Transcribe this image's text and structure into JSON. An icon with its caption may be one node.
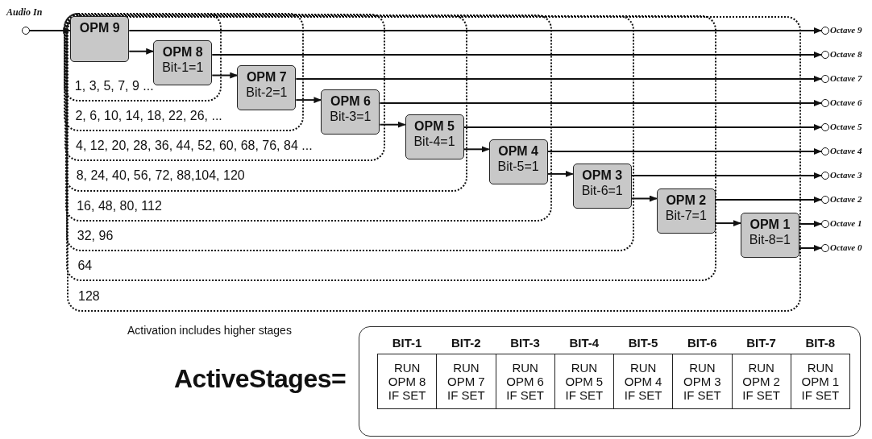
{
  "diagram": {
    "nodes": [
      {
        "text": [
          "Audio In"
        ]
      },
      {
        "text": [
          "128"
        ]
      },
      {
        "text": [
          "64"
        ],
        "in": 1
      },
      {
        "text": [
          "32, 96"
        ],
        "in": 2
      },
      {
        "text": [
          "16, 48, 80, 112"
        ],
        "in": 3
      },
      {
        "text": [
          "8, 24, 40, 56, 72, 88,104, 120"
        ],
        "in": 4
      },
      {
        "text": [
          "4, 12, 20, 28, 36, 44, 52, 60, 68, 76, 84 ..."
        ],
        "in": 5
      },
      {
        "text": [
          "2, 6, 10, 14, 18, 22, 26, ..."
        ],
        "in": 6
      },
      {
        "text": [
          "1, 3, 5, 7, 9 ..."
        ],
        "in": 7
      },
      {
        "text": [
          "OPM 9"
        ],
        "in": 8
      },
      {
        "text": [
          "OPM 8",
          "Bit-1=1"
        ],
        "in": 8
      },
      {
        "text": [
          "OPM 7",
          "Bit-2=1"
        ],
        "in": 7
      },
      {
        "text": [
          "OPM 6",
          "Bit-3=1"
        ],
        "in": 6
      },
      {
        "text": [
          "OPM 5",
          "Bit-4=1"
        ],
        "in": 5
      },
      {
        "text": [
          "OPM 4",
          "Bit-5=1"
        ],
        "in": 4
      },
      {
        "text": [
          "OPM 3",
          "Bit-6=1"
        ],
        "in": 3
      },
      {
        "text": [
          "OPM 2",
          "Bit-7=1"
        ],
        "in": 2
      },
      {
        "text": [
          "OPM 1",
          "Bit-8=1"
        ],
        "in": 1
      },
      {
        "text": [
          "Octave 9"
        ]
      },
      {
        "text": [
          "Octave 8"
        ]
      },
      {
        "text": [
          "Octave 7"
        ]
      },
      {
        "text": [
          "Octave 6"
        ]
      },
      {
        "text": [
          "Octave 5"
        ]
      },
      {
        "text": [
          "Octave 4"
        ]
      },
      {
        "text": [
          "Octave 3"
        ]
      },
      {
        "text": [
          "Octave 2"
        ]
      },
      {
        "text": [
          "Octave 1"
        ]
      },
      {
        "text": [
          "Octave 0"
        ]
      }
    ],
    "edges": [
      {
        "from": 0,
        "to": 9,
        "arrow": "to"
      },
      {
        "from": 9,
        "to": 18,
        "arrow": "to"
      },
      {
        "from": 9,
        "to": 10,
        "arrow": "to"
      },
      {
        "from": 10,
        "to": 19,
        "arrow": "to"
      },
      {
        "from": 10,
        "to": 11,
        "arrow": "to"
      },
      {
        "from": 11,
        "to": 20,
        "arrow": "to"
      },
      {
        "from": 11,
        "to": 12,
        "arrow": "to"
      },
      {
        "from": 12,
        "to": 21,
        "arrow": "to"
      },
      {
        "from": 12,
        "to": 13,
        "arrow": "to"
      },
      {
        "from": 13,
        "to": 22,
        "arrow": "to"
      },
      {
        "from": 13,
        "to": 14,
        "arrow": "to"
      },
      {
        "from": 14,
        "to": 23,
        "arrow": "to"
      },
      {
        "from": 14,
        "to": 15,
        "arrow": "to"
      },
      {
        "from": 15,
        "to": 24,
        "arrow": "to"
      },
      {
        "from": 15,
        "to": 16,
        "arrow": "to"
      },
      {
        "from": 16,
        "to": 25,
        "arrow": "to"
      },
      {
        "from": 16,
        "to": 17,
        "arrow": "to"
      },
      {
        "from": 17,
        "to": 26,
        "arrow": "to"
      },
      {
        "from": 17,
        "to": 27,
        "arrow": "to"
      }
    ],
    "labels": [
      "Activation includes higher stages",
      "ActiveStages=",
      "BIT-1",
      "BIT-2",
      "BIT-3",
      "BIT-4",
      "BIT-5",
      "BIT-6",
      "BIT-7",
      "BIT-8",
      "RUN OPM 8 IF SET",
      "RUN OPM 7 IF SET",
      "RUN OPM 6 IF SET",
      "RUN OPM 5 IF SET",
      "RUN OPM 4 IF SET",
      "RUN OPM 3 IF SET",
      "RUN OPM 2 IF SET",
      "RUN OPM 1 IF SET"
    ]
  }
}
